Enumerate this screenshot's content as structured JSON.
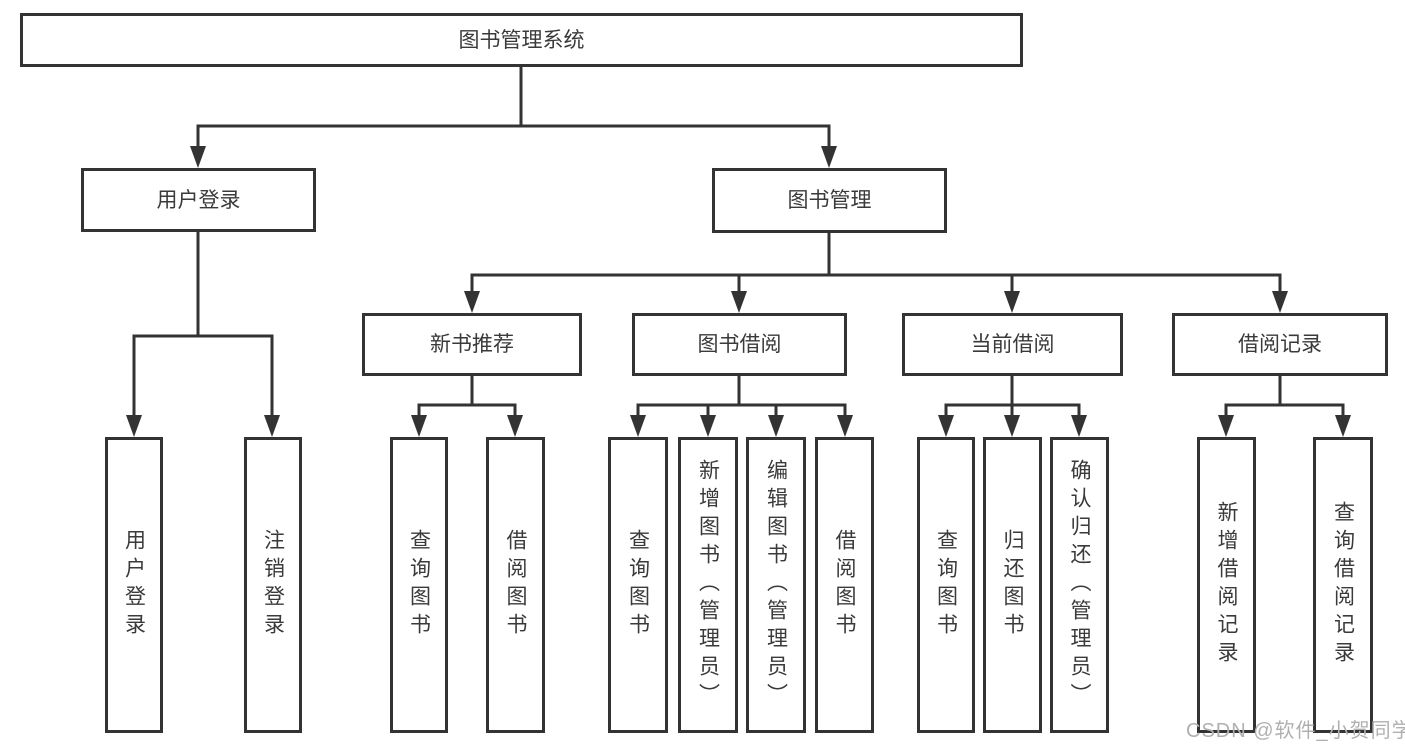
{
  "diagram": {
    "title": "图书管理系统",
    "level2": {
      "user_login": "用户登录",
      "book_mgmt": "图书管理"
    },
    "level3": {
      "new_book": "新书推荐",
      "book_borrow": "图书借阅",
      "current_borrow": "当前借阅",
      "borrow_records": "借阅记录"
    },
    "leaves": {
      "user_login": "用户登录",
      "logout": "注销登录",
      "nb_query": "查询图书",
      "nb_borrow": "借阅图书",
      "bb_query": "查询图书",
      "bb_add": "新增图书（管理员）",
      "bb_edit": "编辑图书（管理员）",
      "bb_borrow": "借阅图书",
      "cb_query": "查询图书",
      "cb_return": "归还图书",
      "cb_confirm": "确认归还（管理员）",
      "rec_add": "新增借阅记录",
      "rec_query": "查询借阅记录"
    }
  },
  "watermark": "CSDN @软件_小贺同学",
  "colors": {
    "line": "#333333",
    "text": "#3a3a3a",
    "background": "#ffffff",
    "watermark": "#b0b0b0"
  }
}
